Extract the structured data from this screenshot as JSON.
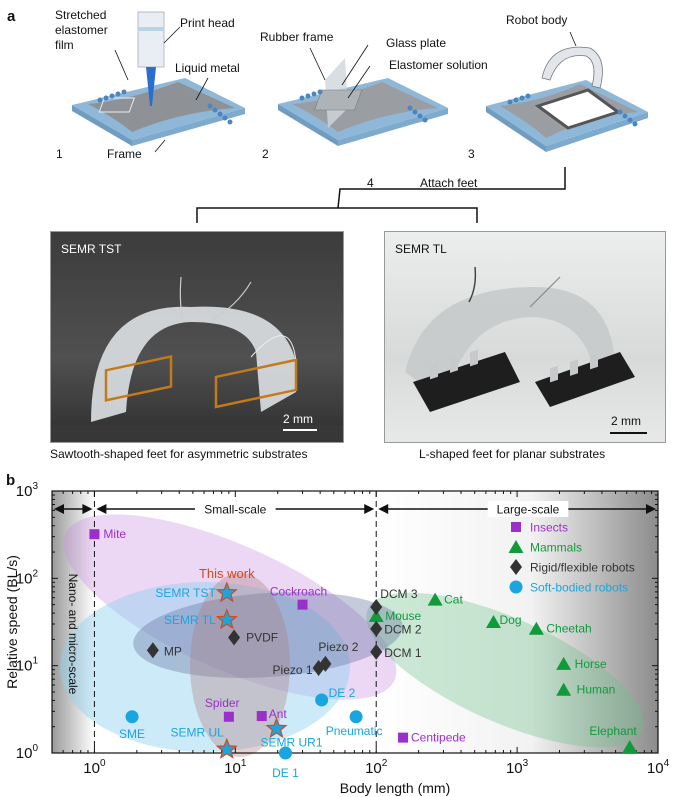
{
  "panel_a": {
    "letter": "a",
    "steps": [
      "1",
      "2",
      "3",
      "4"
    ],
    "labels": {
      "stretched_film": [
        "Stretched",
        "elastomer",
        "film"
      ],
      "print_head": "Print head",
      "liquid_metal": "Liquid metal",
      "frame": "Frame",
      "rubber_frame": "Rubber frame",
      "glass_plate": "Glass plate",
      "elastomer_solution": "Elastomer solution",
      "robot_body": "Robot body",
      "attach_feet": "Attach  feet"
    },
    "photos": [
      {
        "title": "SEMR TST",
        "scale": "2 mm",
        "caption": "Sawtooth-shaped feet for asymmetric substrates"
      },
      {
        "title": "SEMR TL",
        "scale": "2 mm",
        "caption": "L-shaped feet for planar substrates"
      }
    ],
    "colors": {
      "frame_blue": "#8fb8d8",
      "film_gray": "#8e9296",
      "pin_blue": "#4a86c0",
      "tip_blue": "#2a6fd0"
    }
  },
  "panel_b": {
    "letter": "b"
  },
  "chart_data": {
    "type": "scatter",
    "xscale": "log",
    "yscale": "log",
    "xlabel": "Body length (mm)",
    "ylabel": "Relative speed (BL/s)",
    "xlim": [
      0.5,
      10000
    ],
    "ylim": [
      1,
      1000
    ],
    "x_ticks": [
      {
        "v": 1,
        "label": "10",
        "exp": "0"
      },
      {
        "v": 10,
        "label": "10",
        "exp": "1"
      },
      {
        "v": 100,
        "label": "10",
        "exp": "2"
      },
      {
        "v": 1000,
        "label": "10",
        "exp": "3"
      },
      {
        "v": 10000,
        "label": "10",
        "exp": "4"
      }
    ],
    "y_ticks": [
      {
        "v": 1,
        "label": "10",
        "exp": "0"
      },
      {
        "v": 10,
        "label": "10",
        "exp": "1"
      },
      {
        "v": 100,
        "label": "10",
        "exp": "2"
      },
      {
        "v": 1000,
        "label": "10",
        "exp": "3"
      }
    ],
    "regions": {
      "nano": "Nano- and micro-scale",
      "small": "Small-scale",
      "large": "Large-scale",
      "boundaries": [
        1,
        100
      ]
    },
    "annotation": {
      "text": "This work",
      "color": "#d04a1e"
    },
    "legend": {
      "placement": "top-right",
      "entries": [
        {
          "name": "Insects",
          "marker": "square",
          "color": "#9b2fc9"
        },
        {
          "name": "Mammals",
          "marker": "triangle",
          "color": "#119a3a"
        },
        {
          "name": "Rigid/flexible robots",
          "marker": "diamond",
          "color": "#333333"
        },
        {
          "name": "Soft-bodied robots",
          "marker": "circle",
          "color": "#19a6e0"
        }
      ]
    },
    "series": [
      {
        "name": "Insects",
        "marker": "square",
        "color": "#9b2fc9",
        "points": [
          {
            "label": "Mite",
            "x": 1.0,
            "y": 320
          },
          {
            "label": "Cockroach",
            "x": 30,
            "y": 50
          },
          {
            "label": "Spider",
            "x": 9,
            "y": 2.6
          },
          {
            "label": "Ant",
            "x": 15.4,
            "y": 2.65
          },
          {
            "label": "Centipede",
            "x": 155,
            "y": 1.5
          }
        ]
      },
      {
        "name": "Mammals",
        "marker": "triangle",
        "color": "#119a3a",
        "points": [
          {
            "label": "Mouse",
            "x": 100,
            "y": 37
          },
          {
            "label": "Cat",
            "x": 262,
            "y": 57
          },
          {
            "label": "Dog",
            "x": 680,
            "y": 31.6
          },
          {
            "label": "Cheetah",
            "x": 1370,
            "y": 26.5
          },
          {
            "label": "Horse",
            "x": 2140,
            "y": 10.5
          },
          {
            "label": "Human",
            "x": 2140,
            "y": 5.3
          },
          {
            "label": "Elephant",
            "x": 6300,
            "y": 1.17
          }
        ]
      },
      {
        "name": "Rigid/flexible robots",
        "marker": "diamond",
        "color": "#333333",
        "points": [
          {
            "label": "MP",
            "x": 2.6,
            "y": 15
          },
          {
            "label": "PVDF",
            "x": 9.8,
            "y": 21
          },
          {
            "label": "Piezo 1",
            "x": 39,
            "y": 9.4
          },
          {
            "label": "Piezo 2",
            "x": 43.6,
            "y": 10.5
          },
          {
            "label": "DCM 3",
            "x": 100,
            "y": 47
          },
          {
            "label": "DCM 2",
            "x": 100,
            "y": 26.5
          },
          {
            "label": "DCM 1",
            "x": 100,
            "y": 14.4
          }
        ]
      },
      {
        "name": "Soft-bodied robots",
        "marker": "circle",
        "color": "#19a6e0",
        "points": [
          {
            "label": "SME",
            "x": 1.85,
            "y": 2.6
          },
          {
            "label": "DE 1",
            "x": 22.7,
            "y": 1.0
          },
          {
            "label": "DE 2",
            "x": 41,
            "y": 4.05
          },
          {
            "label": "Pneumatic",
            "x": 72,
            "y": 2.6
          }
        ]
      },
      {
        "name": "This work",
        "marker": "star",
        "color": "#19a6e0",
        "edge": "#d04a1e",
        "points": [
          {
            "label": "SEMR TST",
            "x": 8.7,
            "y": 68
          },
          {
            "label": "SEMR TL",
            "x": 8.7,
            "y": 33.5
          },
          {
            "label": "SEMR UL",
            "x": 8.7,
            "y": 1.1
          },
          {
            "label": "SEMR UR1",
            "x": 19.6,
            "y": 1.9
          }
        ]
      }
    ]
  }
}
